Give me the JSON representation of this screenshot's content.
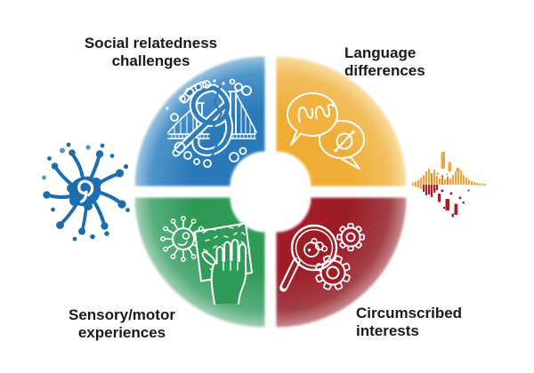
{
  "quadrants": {
    "social": {
      "line1": "Social relatedness",
      "line2": "challenges",
      "color": "#2B7ABB",
      "icon": "tangled-ribbon-bridge-icon"
    },
    "language": {
      "line1": "Language",
      "line2": "differences",
      "color": "#F0AE35",
      "icon": "speech-bubbles-icon"
    },
    "sensory": {
      "line1": "Sensory/motor",
      "line2": "experiences",
      "color": "#2F9B58",
      "icon": "virus-hand-texture-icon"
    },
    "interests": {
      "line1": "Circumscribed",
      "line2": "interests",
      "color": "#A01D2A",
      "icon": "magnifier-gears-icon"
    }
  },
  "side_icons": {
    "left": {
      "name": "neuron-splat-icon",
      "color": "#1C6DAD"
    },
    "right": {
      "name": "soundwave-icon",
      "colors": [
        "#EAA73E",
        "#DD8830",
        "#A81E29"
      ]
    }
  },
  "style": {
    "background": "#FFFFFF",
    "label_text_color": "#1A1A1A",
    "icon_line_color": "#FFFFFF",
    "center_hole": "white",
    "layout": "four-quadrant donut diagram"
  }
}
